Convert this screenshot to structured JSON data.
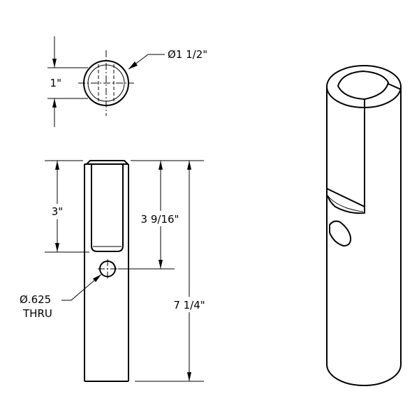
{
  "labels": {
    "top_diameter": "Ø1 1/2\"",
    "top_slot_width": "1\"",
    "slot_depth": "3\"",
    "hole_position": "3 9/16\"",
    "overall_length": "7 1/4\"",
    "hole_diameter": "Ø.625",
    "hole_note": "THRU"
  }
}
